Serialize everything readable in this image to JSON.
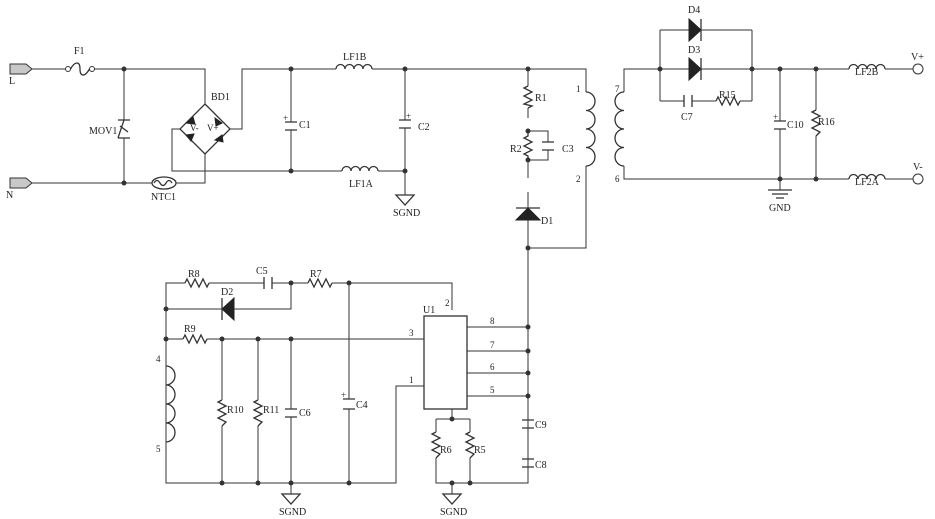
{
  "labels": {
    "L": "L",
    "N": "N",
    "F1": "F1",
    "MOV1": "MOV1",
    "NTC1": "NTC1",
    "BD1": "BD1",
    "bd_minus": "V-",
    "bd_plus": "V+",
    "C1": "C1",
    "LF1B": "LF1B",
    "LF1A": "LF1A",
    "C2": "C2",
    "SGND_1": "SGND",
    "R1": "R1",
    "R2": "R2",
    "C3": "C3",
    "D1": "D1",
    "D4": "D4",
    "D3": "D3",
    "C7": "C7",
    "R15": "R15",
    "C10": "C10",
    "R16": "R16",
    "LF2B": "LF2B",
    "LF2A": "LF2A",
    "Vplus": "V+",
    "Vminus": "V-",
    "GND": "GND",
    "R8": "R8",
    "C5": "C5",
    "R7": "R7",
    "D2": "D2",
    "R9": "R9",
    "U1": "U1",
    "R10": "R10",
    "R11": "R11",
    "C6": "C6",
    "C4": "C4",
    "C9": "C9",
    "C8": "C8",
    "R6": "R6",
    "R5": "R5",
    "SGND_2": "SGND",
    "SGND_3": "SGND"
  },
  "pins": {
    "t_pin1": "1",
    "t_pin2": "2",
    "t_pin7": "7",
    "t_pin6": "6",
    "aux_pin4": "4",
    "aux_pin5": "5",
    "u1_pin2": "2",
    "u1_pin3": "3",
    "u1_pin1": "1",
    "u1_pin8": "8",
    "u1_pin7": "7",
    "u1_pin6": "6",
    "u1_pin5": "5"
  }
}
